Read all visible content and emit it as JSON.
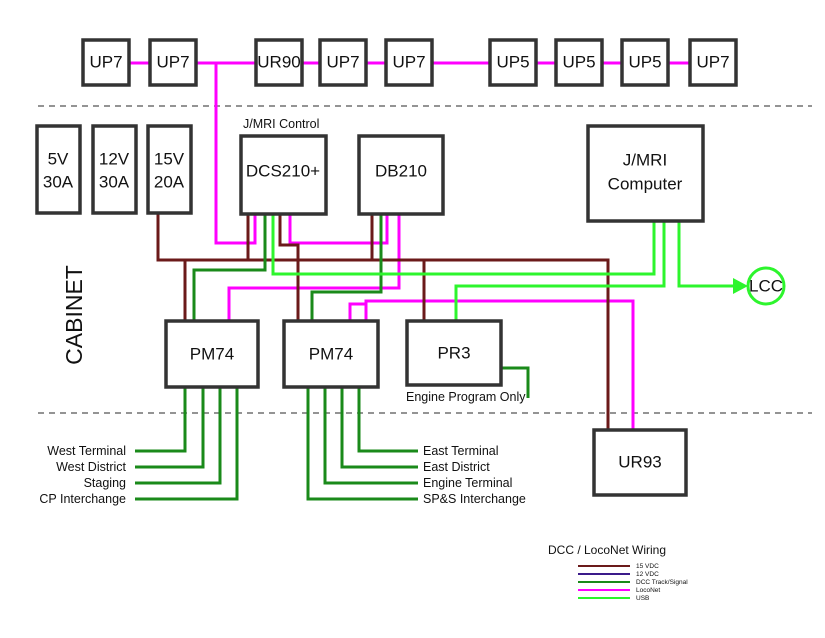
{
  "colors": {
    "power_15v": "#6b1a1a",
    "power_12v": "#3b1a8a",
    "dcc": "#1a8a1a",
    "loconet": "#ff00ff",
    "usb": "#2df52d",
    "box_border": "#333333"
  },
  "top_row": [
    "UP7",
    "UP7",
    "UR90",
    "UP7",
    "UP7",
    "UP5",
    "UP5",
    "UP5",
    "UP7"
  ],
  "power_supplies": [
    {
      "volts": "5V",
      "amps": "30A"
    },
    {
      "volts": "12V",
      "amps": "30A"
    },
    {
      "volts": "15V",
      "amps": "20A"
    }
  ],
  "jmri_control_label": "J/MRI Control",
  "command_station": "DCS210+",
  "booster": "DB210",
  "computer": {
    "line1": "J/MRI",
    "line2": "Computer"
  },
  "lcc": "LCC",
  "cabinet": "CABINET",
  "pm74_left": "PM74",
  "pm74_right": "PM74",
  "pr3": "PR3",
  "pr3_note": "Engine Program Only",
  "ur93": "UR93",
  "left_districts": [
    "West Terminal",
    "West District",
    "Staging",
    "CP Interchange"
  ],
  "right_districts": [
    "East Terminal",
    "East District",
    "Engine Terminal",
    "SP&S Interchange"
  ],
  "legend": {
    "title": "DCC / LocoNet Wiring",
    "items": [
      "15 VDC",
      "12 VDC",
      "DCC Track/Signal",
      "LocoNet",
      "USB"
    ]
  }
}
